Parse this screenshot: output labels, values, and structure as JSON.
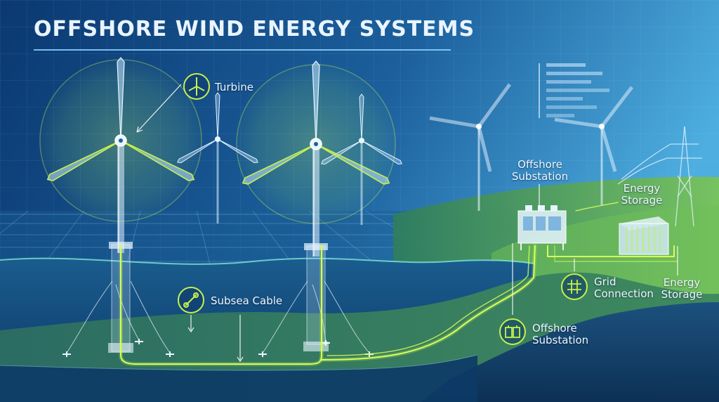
{
  "title": "OFFSHORE WIND ENERGY SYSTEMS",
  "labels": {
    "turbine": "Turbine",
    "subsea_cable": "Subsea Cable",
    "offshore_substation_top_line1": "Offshore",
    "offshore_substation_top_line2": "Substation",
    "energy_storage_top_line1": "Energy",
    "energy_storage_top_line2": "Storage",
    "grid_connection_line1": "Grid",
    "grid_connection_line2": "Connection",
    "energy_storage_bottom_line1": "Energy",
    "energy_storage_bottom_line2": "Storage",
    "offshore_substation_bottom_line1": "Offshore",
    "offshore_substation_bottom_line2": "Substation"
  },
  "icons": {
    "turbine": "wind-turbine-icon",
    "subsea_cable": "cable-icon",
    "grid_connection": "grid-connection-icon",
    "offshore_substation": "battery-icon"
  },
  "colors": {
    "sky_top": "#0b3870",
    "sky_right": "#3fa0d8",
    "sea": "#0e4576",
    "seabed": "#2e6f73",
    "land": "#4e9a63",
    "accent_green": "#c8f04a",
    "line_light": "#cfeaff",
    "text": "#eef7ff"
  }
}
